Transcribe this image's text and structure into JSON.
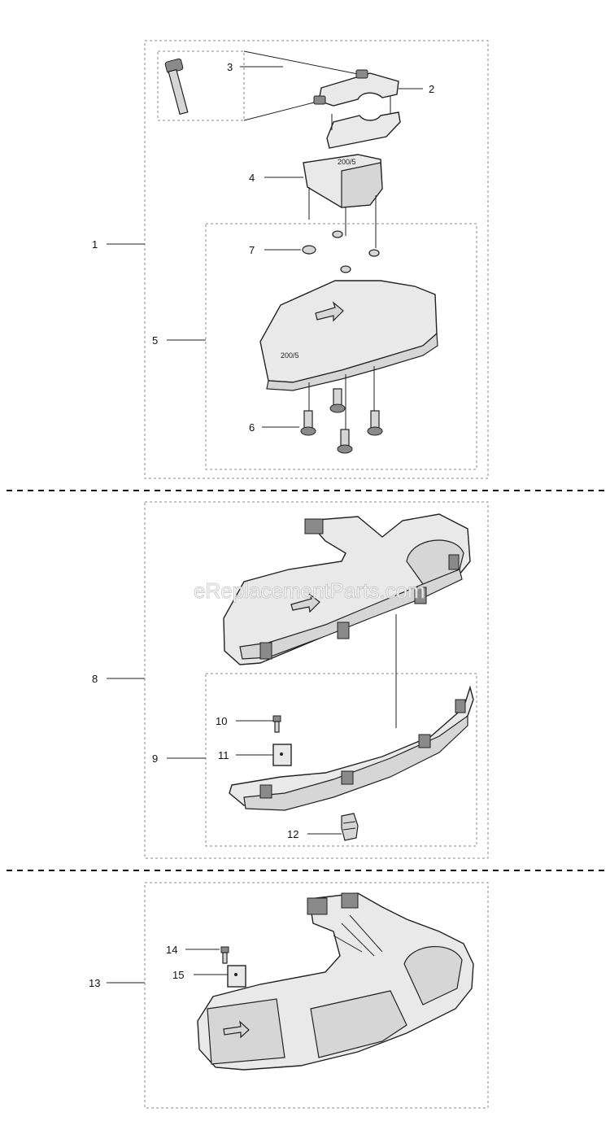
{
  "watermark": "eReplacementParts.com",
  "stamp": "200/5",
  "callouts": [
    "1",
    "2",
    "3",
    "4",
    "5",
    "6",
    "7",
    "8",
    "9",
    "10",
    "11",
    "12",
    "13",
    "14",
    "15"
  ]
}
